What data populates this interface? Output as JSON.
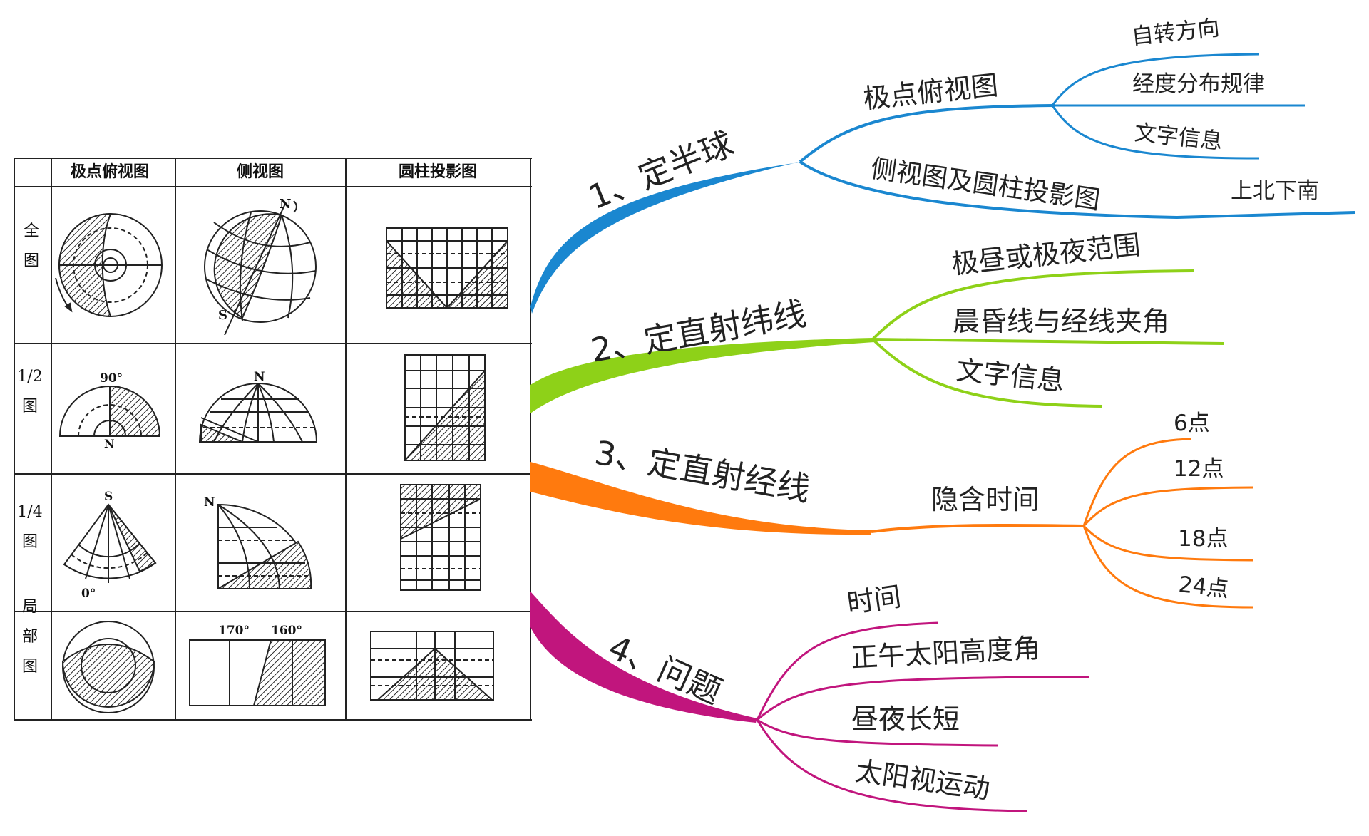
{
  "table": {
    "col_headers": [
      "极点俯视图",
      "侧视图",
      "圆柱投影图"
    ],
    "row_headers": [
      "全\n图",
      "1/2\n图",
      "1/4\n图",
      "局\n部\n图"
    ],
    "labels": {
      "n": "N",
      "s": "S",
      "deg90": "90°",
      "deg0": "0°",
      "deg170": "170°",
      "deg160": "160°"
    }
  },
  "mindmap": {
    "colors": {
      "blue": "#1a87d0",
      "green": "#8ed118",
      "orange": "#ff7a0e",
      "magenta": "#c1157d"
    },
    "branches": [
      {
        "label": "1、定半球",
        "children": [
          {
            "label": "极点俯视图",
            "children": [
              "自转方向",
              "经度分布规律",
              "文字信息"
            ]
          },
          {
            "label": "侧视图及圆柱投影图",
            "children": [
              "上北下南"
            ]
          }
        ]
      },
      {
        "label": "2、定直射纬线",
        "children": [
          "极昼或极夜范围",
          "晨昏线与经线夹角",
          "文字信息"
        ]
      },
      {
        "label": "3、定直射经线",
        "children": [
          {
            "label": "隐含时间",
            "children": [
              "6点",
              "12点",
              "18点",
              "24点"
            ]
          }
        ]
      },
      {
        "label": "4、问题",
        "children": [
          "时间",
          "正午太阳高度角",
          "昼夜长短",
          "太阳视运动"
        ]
      }
    ]
  }
}
